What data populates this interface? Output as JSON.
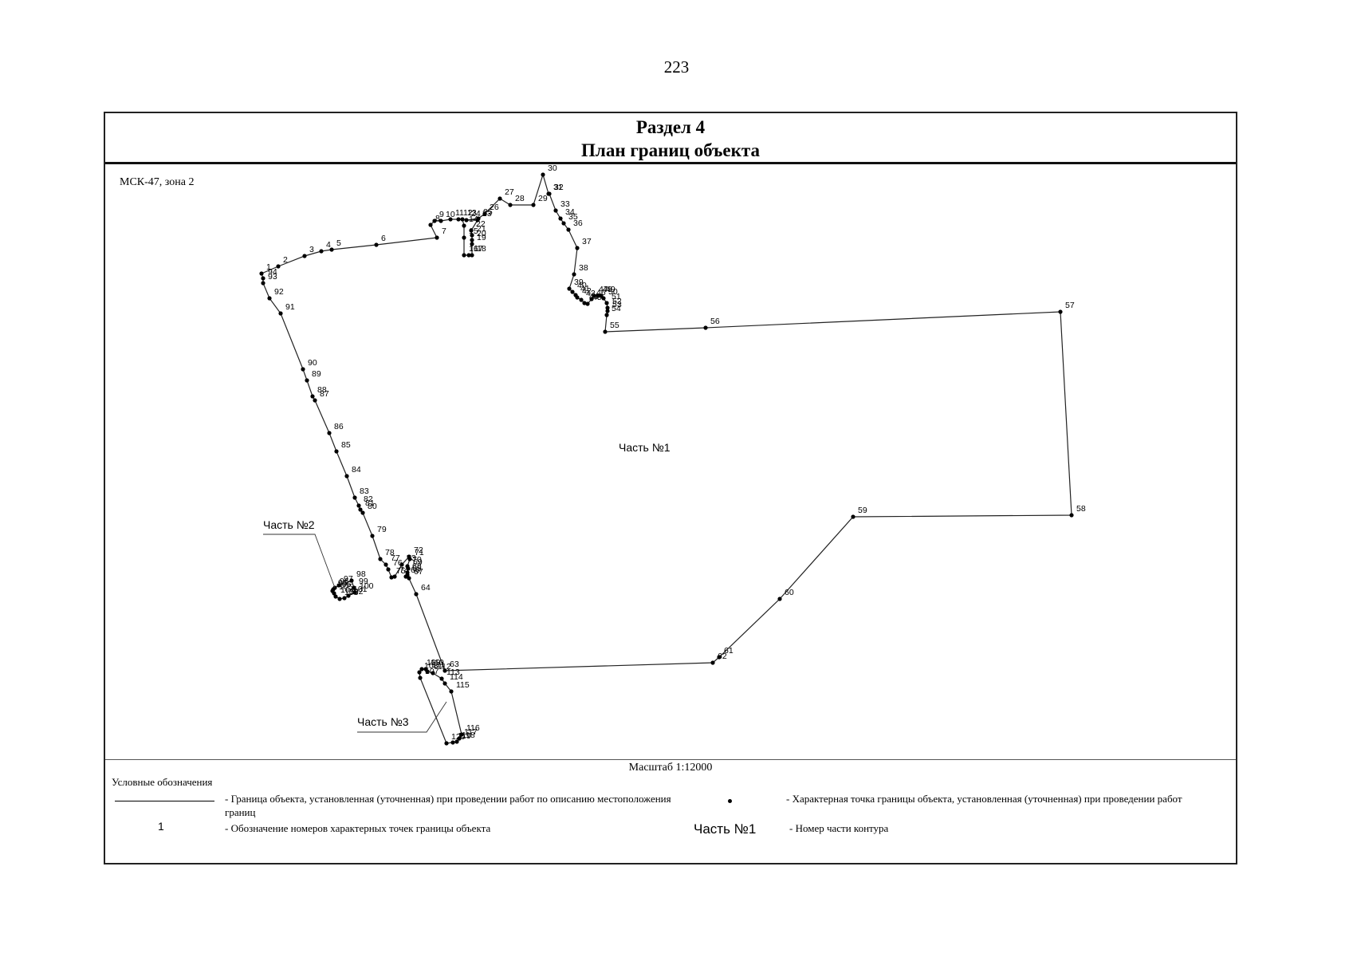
{
  "page_number": "223",
  "title": {
    "line1": "Раздел 4",
    "line2": "План границ объекта"
  },
  "coordinate_system": "МСК-47, зона 2",
  "scale": "Масштаб 1:12000",
  "parts": [
    {
      "name": "Часть №1",
      "points": [
        [
          "1",
          328,
          343
        ],
        [
          "2",
          349,
          334
        ],
        [
          "3",
          382,
          321
        ],
        [
          "4",
          403,
          315
        ],
        [
          "5",
          416,
          313
        ],
        [
          "6",
          472,
          307
        ],
        [
          "7",
          548,
          298
        ],
        [
          "8",
          540,
          282
        ],
        [
          "9",
          545,
          277
        ],
        [
          "10",
          553,
          277
        ],
        [
          "11",
          565,
          275
        ],
        [
          "12",
          575,
          275
        ],
        [
          "13",
          580,
          275
        ],
        [
          "14",
          582,
          283
        ],
        [
          "15",
          582,
          298
        ],
        [
          "16",
          582,
          320
        ],
        [
          "17",
          588,
          320
        ],
        [
          "18",
          592,
          320
        ],
        [
          "19",
          592,
          306
        ],
        [
          "20",
          592,
          301
        ],
        [
          "21",
          592,
          295
        ],
        [
          "22",
          591,
          289
        ],
        [
          "23",
          599,
          276
        ],
        [
          "24",
          585,
          276
        ],
        [
          "25",
          600,
          274
        ],
        [
          "26",
          608,
          268
        ],
        [
          "27",
          627,
          249
        ],
        [
          "28",
          640,
          257
        ],
        [
          "29",
          669,
          257
        ],
        [
          "30",
          681,
          219
        ],
        [
          "31",
          688,
          243
        ],
        [
          "32",
          689,
          243
        ],
        [
          "33",
          697,
          264
        ],
        [
          "34",
          703,
          274
        ],
        [
          "35",
          707,
          280
        ],
        [
          "36",
          713,
          288
        ],
        [
          "37",
          724,
          311
        ],
        [
          "38",
          720,
          344
        ],
        [
          "39",
          714,
          362
        ],
        [
          "40",
          718,
          366
        ],
        [
          "41",
          722,
          370
        ],
        [
          "42",
          724,
          373
        ],
        [
          "43",
          729,
          376
        ],
        [
          "44",
          733,
          380
        ],
        [
          "45",
          737,
          381
        ],
        [
          "46",
          742,
          375
        ],
        [
          "47",
          745,
          371
        ],
        [
          "48",
          750,
          371
        ],
        [
          "49",
          754,
          371
        ],
        [
          "50",
          757,
          374
        ],
        [
          "51",
          761,
          380
        ],
        [
          "52",
          762,
          386
        ],
        [
          "53",
          762,
          390
        ],
        [
          "54",
          761,
          395
        ],
        [
          "55",
          759,
          416
        ],
        [
          "56",
          885,
          411
        ],
        [
          "57",
          1330,
          391
        ],
        [
          "58",
          1344,
          646
        ],
        [
          "59",
          1070,
          648
        ],
        [
          "60",
          978,
          751
        ],
        [
          "61",
          902,
          824
        ],
        [
          "62",
          894,
          831
        ],
        [
          "63",
          558,
          841
        ],
        [
          "64",
          522,
          745
        ],
        [
          "65",
          511,
          721
        ],
        [
          "66",
          509,
          723
        ],
        [
          "67",
          513,
          725
        ],
        [
          "68",
          511,
          718
        ],
        [
          "69",
          512,
          713
        ],
        [
          "70",
          511,
          710
        ],
        [
          "71",
          514,
          701
        ],
        [
          "72",
          513,
          698
        ],
        [
          "73",
          504,
          708
        ],
        [
          "74",
          495,
          723
        ],
        [
          "75",
          491,
          724
        ],
        [
          "76",
          487,
          714
        ],
        [
          "77",
          484,
          708
        ],
        [
          "78",
          477,
          701
        ],
        [
          "79",
          467,
          672
        ],
        [
          "80",
          455,
          643
        ],
        [
          "81",
          452,
          639
        ],
        [
          "82",
          450,
          634
        ],
        [
          "83",
          445,
          624
        ],
        [
          "84",
          435,
          597
        ],
        [
          "85",
          422,
          566
        ],
        [
          "86",
          413,
          543
        ],
        [
          "87",
          395,
          502
        ],
        [
          "88",
          392,
          497
        ],
        [
          "89",
          385,
          477
        ],
        [
          "90",
          380,
          463
        ],
        [
          "91",
          352,
          393
        ],
        [
          "92",
          338,
          374
        ],
        [
          "93",
          330,
          355
        ],
        [
          "94",
          330,
          349
        ]
      ]
    },
    {
      "name": "Часть №2",
      "points": [
        [
          "95",
          418,
          739
        ],
        [
          "96",
          420,
          737
        ],
        [
          "97",
          425,
          734
        ],
        [
          "98",
          441,
          728
        ],
        [
          "99",
          444,
          737
        ],
        [
          "100",
          445,
          743
        ],
        [
          "101",
          437,
          747
        ],
        [
          "102",
          432,
          750
        ],
        [
          "103",
          426,
          751
        ],
        [
          "104",
          421,
          748
        ],
        [
          "105",
          419,
          744
        ],
        [
          "106",
          417,
          741
        ]
      ]
    },
    {
      "name": "Часть №3",
      "points": [
        [
          "107",
          527,
          850
        ],
        [
          "108",
          526,
          843
        ],
        [
          "109",
          529,
          839
        ],
        [
          "110",
          534,
          839
        ],
        [
          "111",
          536,
          842
        ],
        [
          "112",
          543,
          844
        ],
        [
          "113",
          554,
          851
        ],
        [
          "114",
          558,
          857
        ],
        [
          "115",
          566,
          867
        ],
        [
          "116",
          579,
          921
        ],
        [
          "117",
          576,
          926
        ],
        [
          "118",
          573,
          930
        ],
        [
          "119",
          568,
          931
        ],
        [
          "120",
          560,
          932
        ]
      ]
    }
  ],
  "part_labels": [
    {
      "text": "Часть №1"
    },
    {
      "text": "Часть №2"
    },
    {
      "text": "Часть №3"
    }
  ],
  "legend": {
    "title": "Условные обозначения",
    "boundary_line": "- Граница объекта, установленная (уточненная) при проведении работ по описанию местоположения границ",
    "point_number_sample": "1",
    "point_number": "- Обозначение номеров характерных точек границы объекта",
    "characteristic_point": "- Характерная точка границы объекта, установленная (уточненная) при проведении работ",
    "part_sample": "Часть №1",
    "part_number": "- Номер части контура"
  }
}
